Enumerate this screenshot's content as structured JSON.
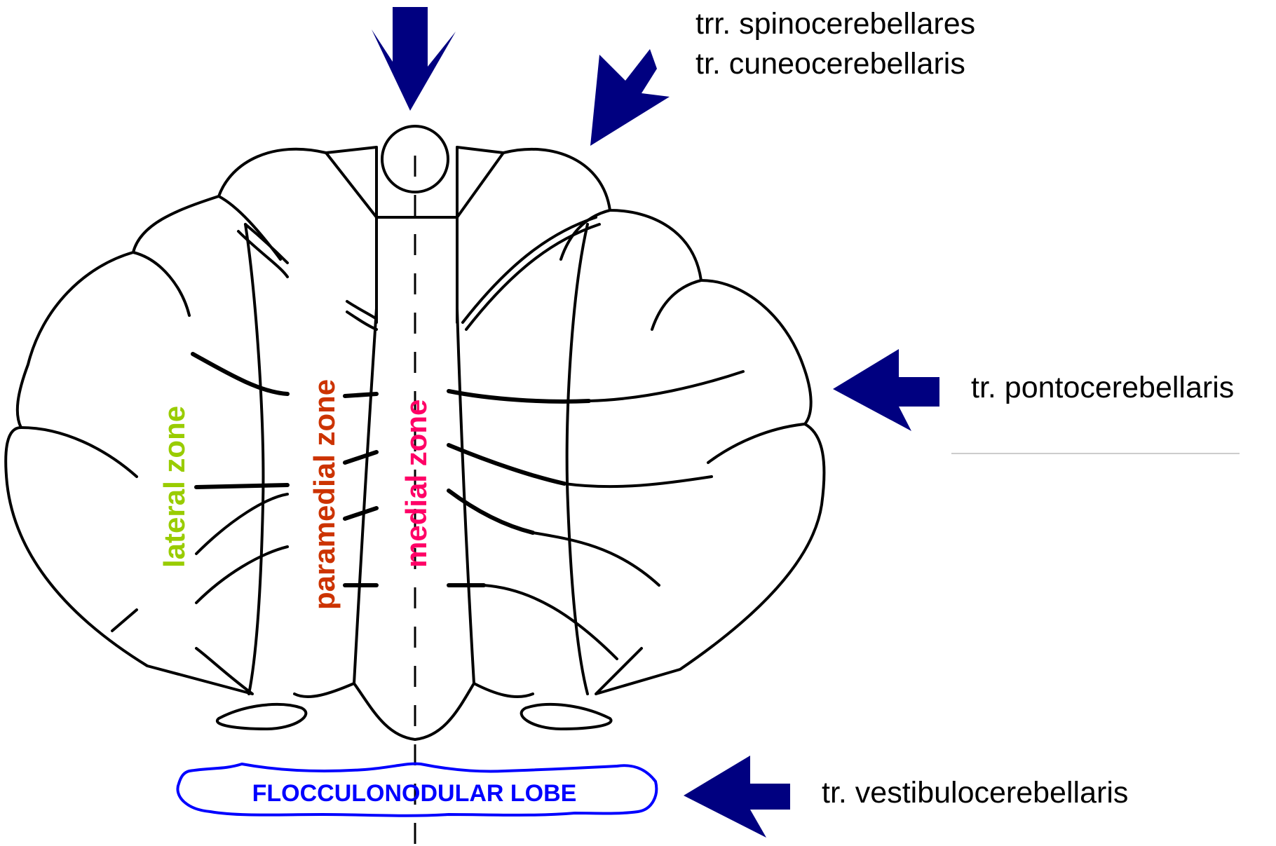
{
  "labels": {
    "spino": "trr. spinocerebellares",
    "cuneo": "tr. cuneocerebellaris",
    "ponto": "tr. pontocerebellaris",
    "vestibulo": "tr. vestibulocerebellaris"
  },
  "zones": {
    "lateral": "lateral zone",
    "paramedial": "paramedial zone",
    "medial": "medial zone"
  },
  "lobe": {
    "label": "FLOCCULONODULAR LOBE"
  },
  "colors": {
    "arrow": "#000080",
    "lateral_zone": "#99cc00",
    "paramedial_zone": "#cc3300",
    "medial_zone": "#ff0066",
    "lobe": "#0000ff"
  },
  "icons": [
    "arrow-down",
    "arrow-down-left",
    "arrow-left",
    "arrow-left"
  ]
}
